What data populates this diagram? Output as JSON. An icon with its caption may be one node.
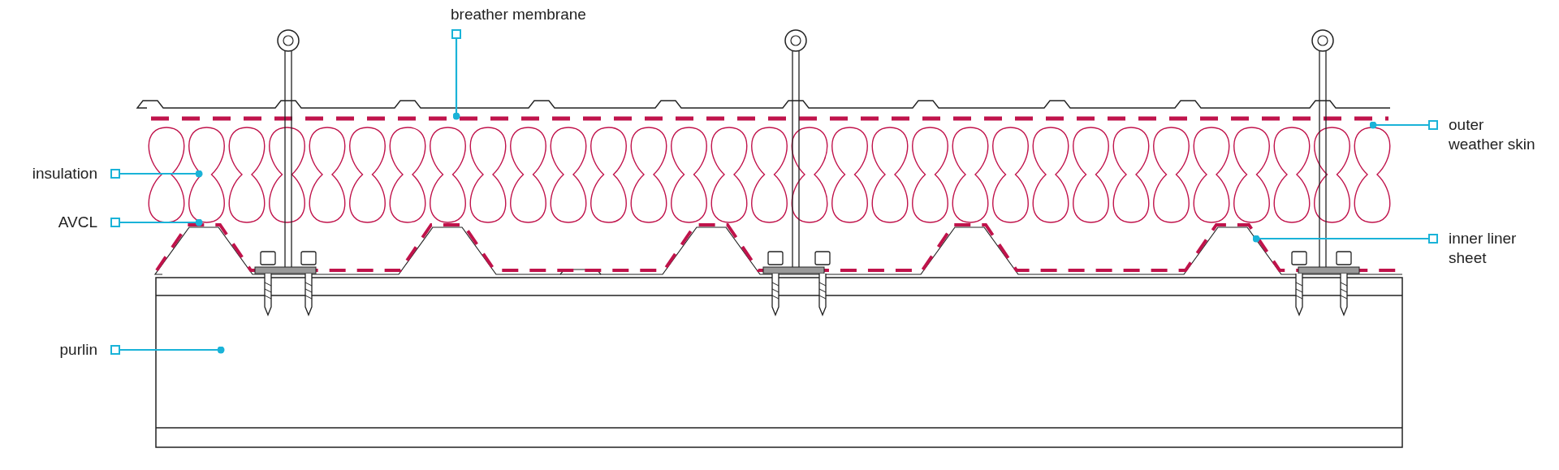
{
  "diagram": {
    "nodes": [
      {
        "text": [
          "breather membrane"
        ]
      },
      {
        "text": [
          "outer weather skin"
        ]
      },
      {
        "text": [
          "insulation"
        ]
      },
      {
        "text": [
          "AVCL"
        ]
      },
      {
        "text": [
          "inner liner sheet"
        ]
      },
      {
        "text": [
          "purlin"
        ]
      }
    ],
    "edges": [
      {
        "from": 0,
        "to": null,
        "arrow": "other"
      },
      {
        "from": 1,
        "to": null,
        "arrow": "other"
      },
      {
        "from": 2,
        "to": null,
        "arrow": "other"
      },
      {
        "from": 3,
        "to": null,
        "arrow": "other"
      },
      {
        "from": 4,
        "to": null,
        "arrow": "other"
      },
      {
        "from": 5,
        "to": null,
        "arrow": "other"
      }
    ]
  }
}
